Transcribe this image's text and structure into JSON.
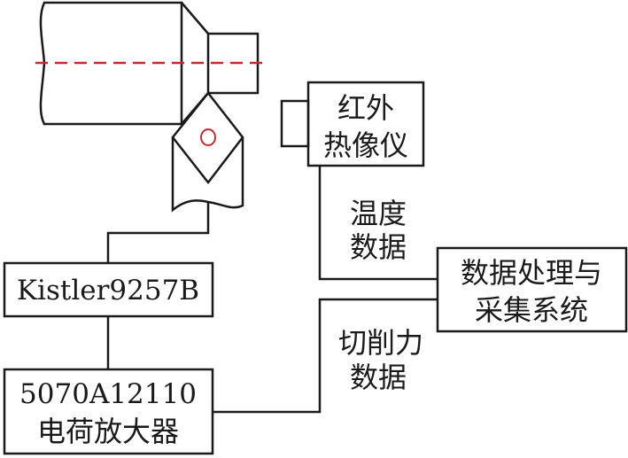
{
  "colors": {
    "line": "#1a1a1a",
    "axis": "#c8282d"
  },
  "tool": {
    "insert_mark": "O"
  },
  "ir_camera": {
    "line1": "红外",
    "line2": "热像仪"
  },
  "temperature_label": {
    "line1": "温度",
    "line2": "数据"
  },
  "processing": {
    "line1": "数据处理与",
    "line2": "采集系统"
  },
  "force_label": {
    "line1": "切削力",
    "line2": "数据"
  },
  "dynamometer": {
    "label": "Kistler9257B"
  },
  "amplifier": {
    "line1": "5070A12110",
    "line2": "电荷放大器"
  }
}
